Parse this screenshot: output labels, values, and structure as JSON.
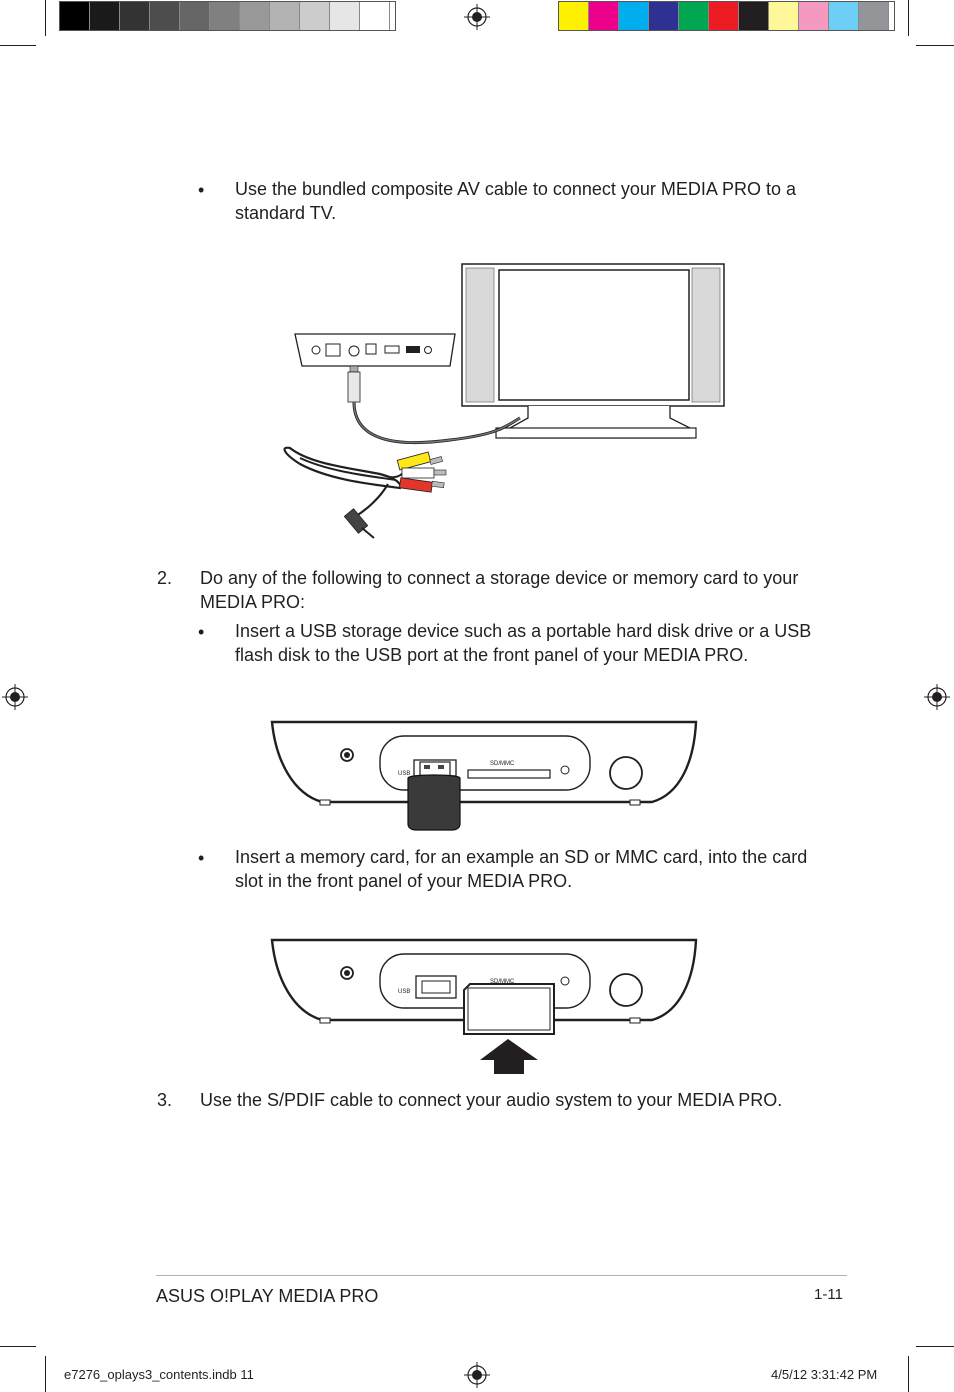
{
  "color_bar": {
    "grays": [
      "#000000",
      "#1a1a1a",
      "#333333",
      "#4d4d4d",
      "#666666",
      "#808080",
      "#999999",
      "#b3b3b3",
      "#cccccc",
      "#e6e6e6",
      "#ffffff"
    ],
    "colors": [
      "#fff200",
      "#ec008c",
      "#00aeef",
      "#2e3192",
      "#00a651",
      "#ed1c24",
      "#231f20",
      "#fff799",
      "#f49ac1",
      "#6dcff6",
      "#939598"
    ]
  },
  "section_av": {
    "bullet": "•",
    "text_line1": "Use the bundled composite AV cable to connect your MEDIA PRO to a",
    "text_line2": "standard TV."
  },
  "step2": {
    "number": "2.",
    "text_line1": "Do any of the following to connect a storage device or memory card to your",
    "text_line2": "MEDIA PRO:",
    "bullet_usb": {
      "bullet": "•",
      "line1": "Insert a USB storage device such as a portable hard disk drive or a USB",
      "line2": "flash disk to the USB port at the front panel of your MEDIA PRO."
    },
    "bullet_card": {
      "bullet": "•",
      "line1": "Insert a memory card, for an example an SD or MMC card, into the card",
      "line2": "slot in the front panel of your MEDIA PRO."
    }
  },
  "step3": {
    "number": "3.",
    "text": "Use the S/PDIF cable to connect your audio system to your MEDIA PRO."
  },
  "figure_labels": {
    "usb": "USB",
    "sdmmc": "SD/MMC"
  },
  "footer": {
    "title": "ASUS O!PLAY MEDIA PRO",
    "page": "1-11"
  },
  "slug": {
    "file": "e7276_oplays3_contents.indb   11",
    "date": "4/5/12   3:31:42 PM"
  }
}
